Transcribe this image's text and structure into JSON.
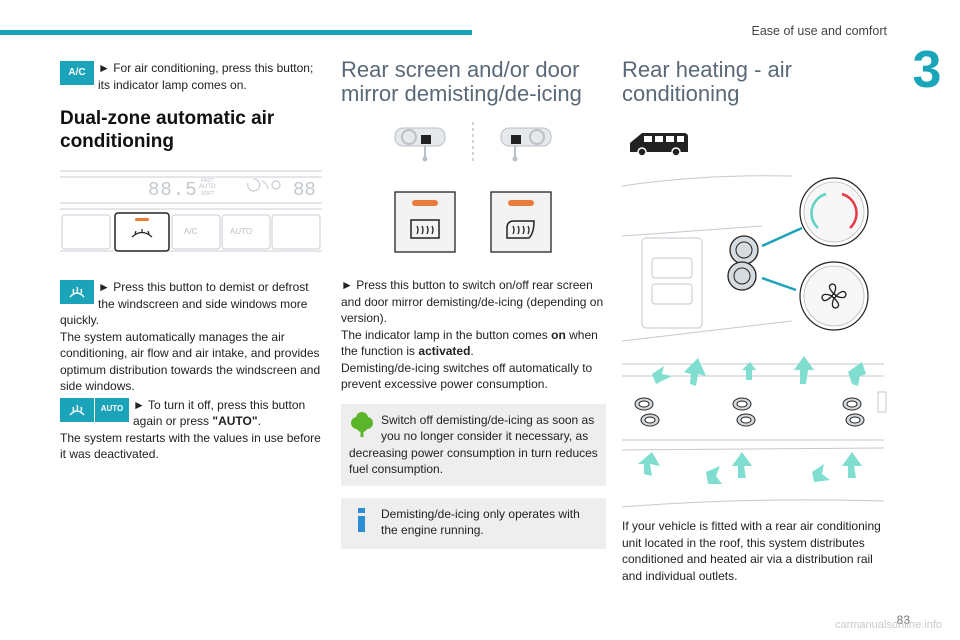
{
  "header": {
    "section_title": "Ease of use and comfort",
    "chapter_number": "3",
    "page_number": "83"
  },
  "watermark": "carmanualsonline.info",
  "col1": {
    "ac_badge": "A/C",
    "ac_text": "► For air conditioning, press this button; its indicator lamp comes on.",
    "heading": "Dual-zone automatic air conditioning",
    "panel": {
      "display_left": "88.5",
      "display_right": "88",
      "fast_label": "FAST",
      "auto_label": "AUTO",
      "soft_label": "SOFT",
      "btn_ac": "A/C",
      "btn_auto": "AUTO"
    },
    "demist_text_1": "► Press this button to demist or defrost the windscreen and side windows more quickly.",
    "demist_text_2": "The system automatically manages the air conditioning, air flow and air intake, and provides optimum distribution towards the windscreen and side windows.",
    "auto_badge": "AUTO",
    "off_text_1": "► To turn it off, press this button again or press ",
    "off_text_bold": "\"AUTO\"",
    "off_text_end": ".",
    "restart_text": "The system restarts with the values in use before it was deactivated."
  },
  "col2": {
    "heading": "Rear screen and/or door mirror demisting/de-icing",
    "text_1": "► Press this button to switch on/off rear screen and door mirror demisting/de-icing (depending on version).",
    "text_2a": "The indicator lamp in the button comes ",
    "text_2b": "on",
    "text_2c": " when the function is ",
    "text_2d": "activated",
    "text_2e": ".",
    "text_3": "Demisting/de-icing switches off automatically to prevent excessive power consumption.",
    "eco_note": "Switch off demisting/de-icing as soon as you no longer consider it necessary, as decreasing power consumption in turn reduces fuel consumption.",
    "info_note": "Demisting/de-icing only operates with the engine running."
  },
  "col3": {
    "heading": "Rear heating - air conditioning",
    "text": "If your vehicle is fitted with a rear air conditioning unit located in the roof, this system distributes conditioned and heated air via a distribution rail and individual outlets."
  }
}
